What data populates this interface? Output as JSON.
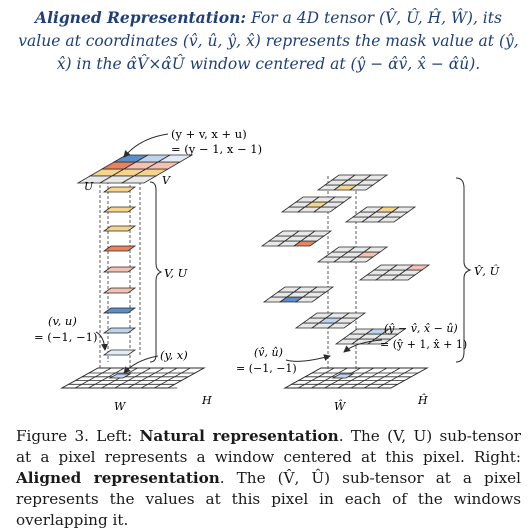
{
  "header": {
    "bold": "Aligned Representation:",
    "text": "For a 4D tensor (V̂, Û, Ĥ, Ŵ), its value at coordinates (v̂, û, ŷ, x̂) represents the mask value at (ŷ, x̂) in the α̂V̂×α̂Û window centered at (ŷ − α̂v̂, x̂ − α̂û)."
  },
  "left_diagram": {
    "top_annotation_1": "(y + v, x + u)",
    "top_annotation_2": "= (y − 1, x − 1)",
    "label_u": "U",
    "label_v": "V",
    "brace_label": "V, U",
    "side_annotation_1": "(v, u)",
    "side_annotation_2": "= (−1, −1)",
    "pixel_label": "(y, x)",
    "label_w": "W",
    "label_h": "H"
  },
  "right_diagram": {
    "brace_label": "V̂, Û",
    "annotation_a1": "(ŷ − v̂, x̂ − û)",
    "annotation_a2": "= (ŷ + 1, x̂ + 1)",
    "annotation_b1": "(v̂, û)",
    "annotation_b2": "= (−1, −1)",
    "label_w": "Ŵ",
    "label_h": "Ĥ"
  },
  "caption": {
    "p1": "Figure 3. Left: ",
    "b1": "Natural representation",
    "p2": ". The (V, U) sub-tensor at a pixel represents a window centered at this pixel. Right: ",
    "b2": "Aligned representation",
    "p3": ". The (V̂, Û) sub-tensor at a pixel represents the values at this pixel in each of the windows overlapping it."
  },
  "colors": {
    "yellow": "#f6d48c",
    "orange": "#e9825f",
    "pink": "#f4c1b2",
    "blue": "#5b8fc7",
    "light_blue": "#bcd4ec",
    "grid_fill": "#e8e8e8",
    "line": "#2b2b2b"
  }
}
